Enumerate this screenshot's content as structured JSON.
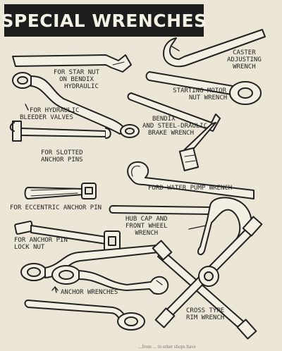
{
  "title": "SPECIAL WRENCHES",
  "labels": {
    "star_nut": [
      "FOR STAR NUT",
      "ON BENDIX",
      "HYDRAULIC"
    ],
    "caster": [
      "CASTER",
      "ADJUSTING",
      "WRENCH"
    ],
    "starting_motor": [
      "STARTING MOTOR",
      "NUT WRENCH"
    ],
    "bleeder": [
      "FOR HYDRAULIC",
      "BLEEDER VALVES"
    ],
    "bendix": [
      "BENDIX",
      "AND STEEL-DRAULIC",
      "BRAKE WRENCH"
    ],
    "slotted": [
      "FOR SLOTTED",
      "ANCHOR PINS"
    ],
    "ford": "FORD WATER PUMP WRENCH",
    "eccentric": "FOR ECCENTRIC ANCHOR PIN",
    "hub_cap": [
      "HUB CAP AND",
      "FRONT WHEEL",
      "WRENCH"
    ],
    "anchor_lock": [
      "FOR ANCHOR PIN",
      "LOCK NUT"
    ],
    "anchor_wrenches": "ANCHOR WRENCHES",
    "cross_type": [
      "CROSS TYPE",
      "RIM WRENCH"
    ]
  },
  "footer": "...from ... in other shops have"
}
